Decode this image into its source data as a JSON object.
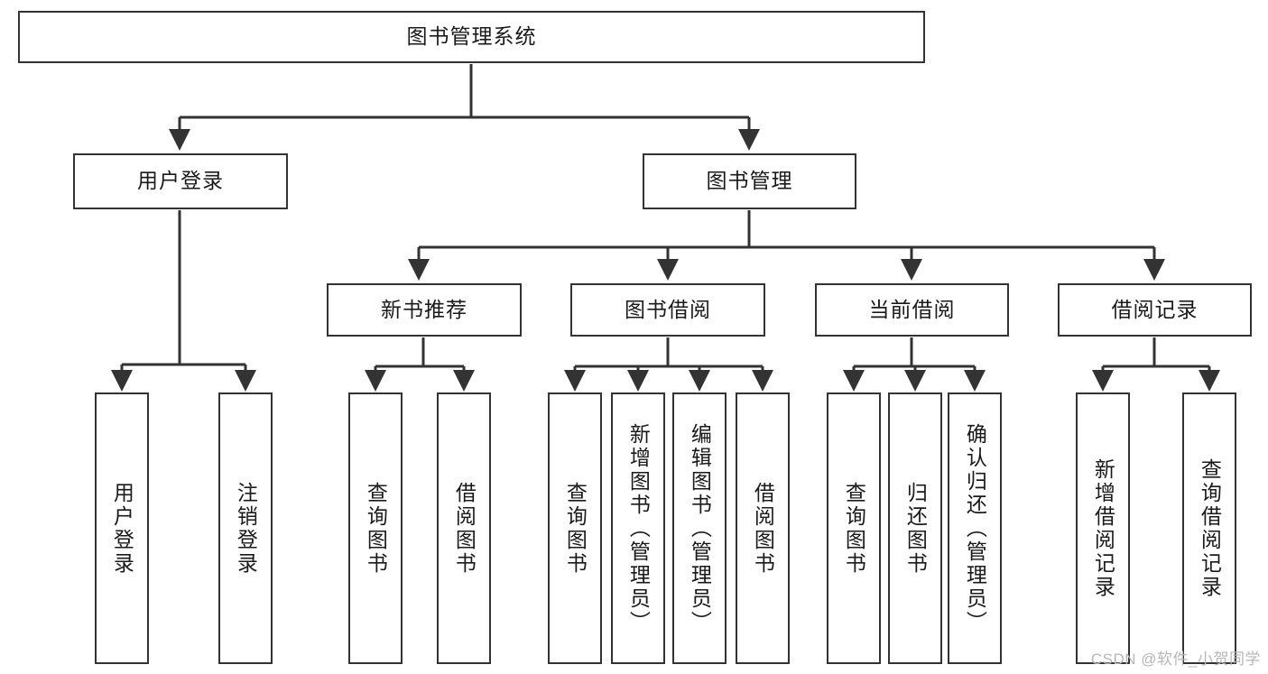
{
  "diagram": {
    "type": "tree-hierarchy",
    "title": "图书管理系统",
    "watermark": "CSDN @软件_小贺同学",
    "colors": {
      "node_border": "#333333",
      "node_fill": "#ffffff",
      "edge": "#333333",
      "text": "#1a1a1a",
      "watermark": "#b7b7b7",
      "background": "#ffffff"
    },
    "nodes": {
      "root": {
        "label": "图书管理系统",
        "orientation": "horizontal"
      },
      "l2": [
        {
          "id": "user-login",
          "label": "用户登录",
          "orientation": "horizontal"
        },
        {
          "id": "book-manage",
          "label": "图书管理",
          "orientation": "horizontal"
        }
      ],
      "l3": [
        {
          "id": "new-book-recommend",
          "label": "新书推荐",
          "orientation": "horizontal"
        },
        {
          "id": "book-borrow",
          "label": "图书借阅",
          "orientation": "horizontal"
        },
        {
          "id": "current-borrow",
          "label": "当前借阅",
          "orientation": "horizontal"
        },
        {
          "id": "borrow-record",
          "label": "借阅记录",
          "orientation": "horizontal"
        }
      ],
      "leaves": [
        {
          "id": "leaf-user-login",
          "label": "用户登录",
          "parent": "user-login",
          "orientation": "vertical"
        },
        {
          "id": "leaf-user-logout",
          "label": "注销登录",
          "parent": "user-login",
          "orientation": "vertical"
        },
        {
          "id": "leaf-query-book-1",
          "label": "查询图书",
          "parent": "new-book-recommend",
          "orientation": "vertical"
        },
        {
          "id": "leaf-borrow-book-1",
          "label": "借阅图书",
          "parent": "new-book-recommend",
          "orientation": "vertical"
        },
        {
          "id": "leaf-query-book-2",
          "label": "查询图书",
          "parent": "book-borrow",
          "orientation": "vertical"
        },
        {
          "id": "leaf-add-book",
          "label": "新增图书（管理员）",
          "parent": "book-borrow",
          "orientation": "vertical"
        },
        {
          "id": "leaf-edit-book",
          "label": "编辑图书（管理员）",
          "parent": "book-borrow",
          "orientation": "vertical"
        },
        {
          "id": "leaf-borrow-book-2",
          "label": "借阅图书",
          "parent": "book-borrow",
          "orientation": "vertical"
        },
        {
          "id": "leaf-query-book-3",
          "label": "查询图书",
          "parent": "current-borrow",
          "orientation": "vertical"
        },
        {
          "id": "leaf-return-book",
          "label": "归还图书",
          "parent": "current-borrow",
          "orientation": "vertical"
        },
        {
          "id": "leaf-confirm-return",
          "label": "确认归还（管理员）",
          "parent": "current-borrow",
          "orientation": "vertical"
        },
        {
          "id": "leaf-add-record",
          "label": "新增借阅记录",
          "parent": "borrow-record",
          "orientation": "vertical"
        },
        {
          "id": "leaf-query-record",
          "label": "查询借阅记录",
          "parent": "borrow-record",
          "orientation": "vertical"
        }
      ]
    }
  }
}
